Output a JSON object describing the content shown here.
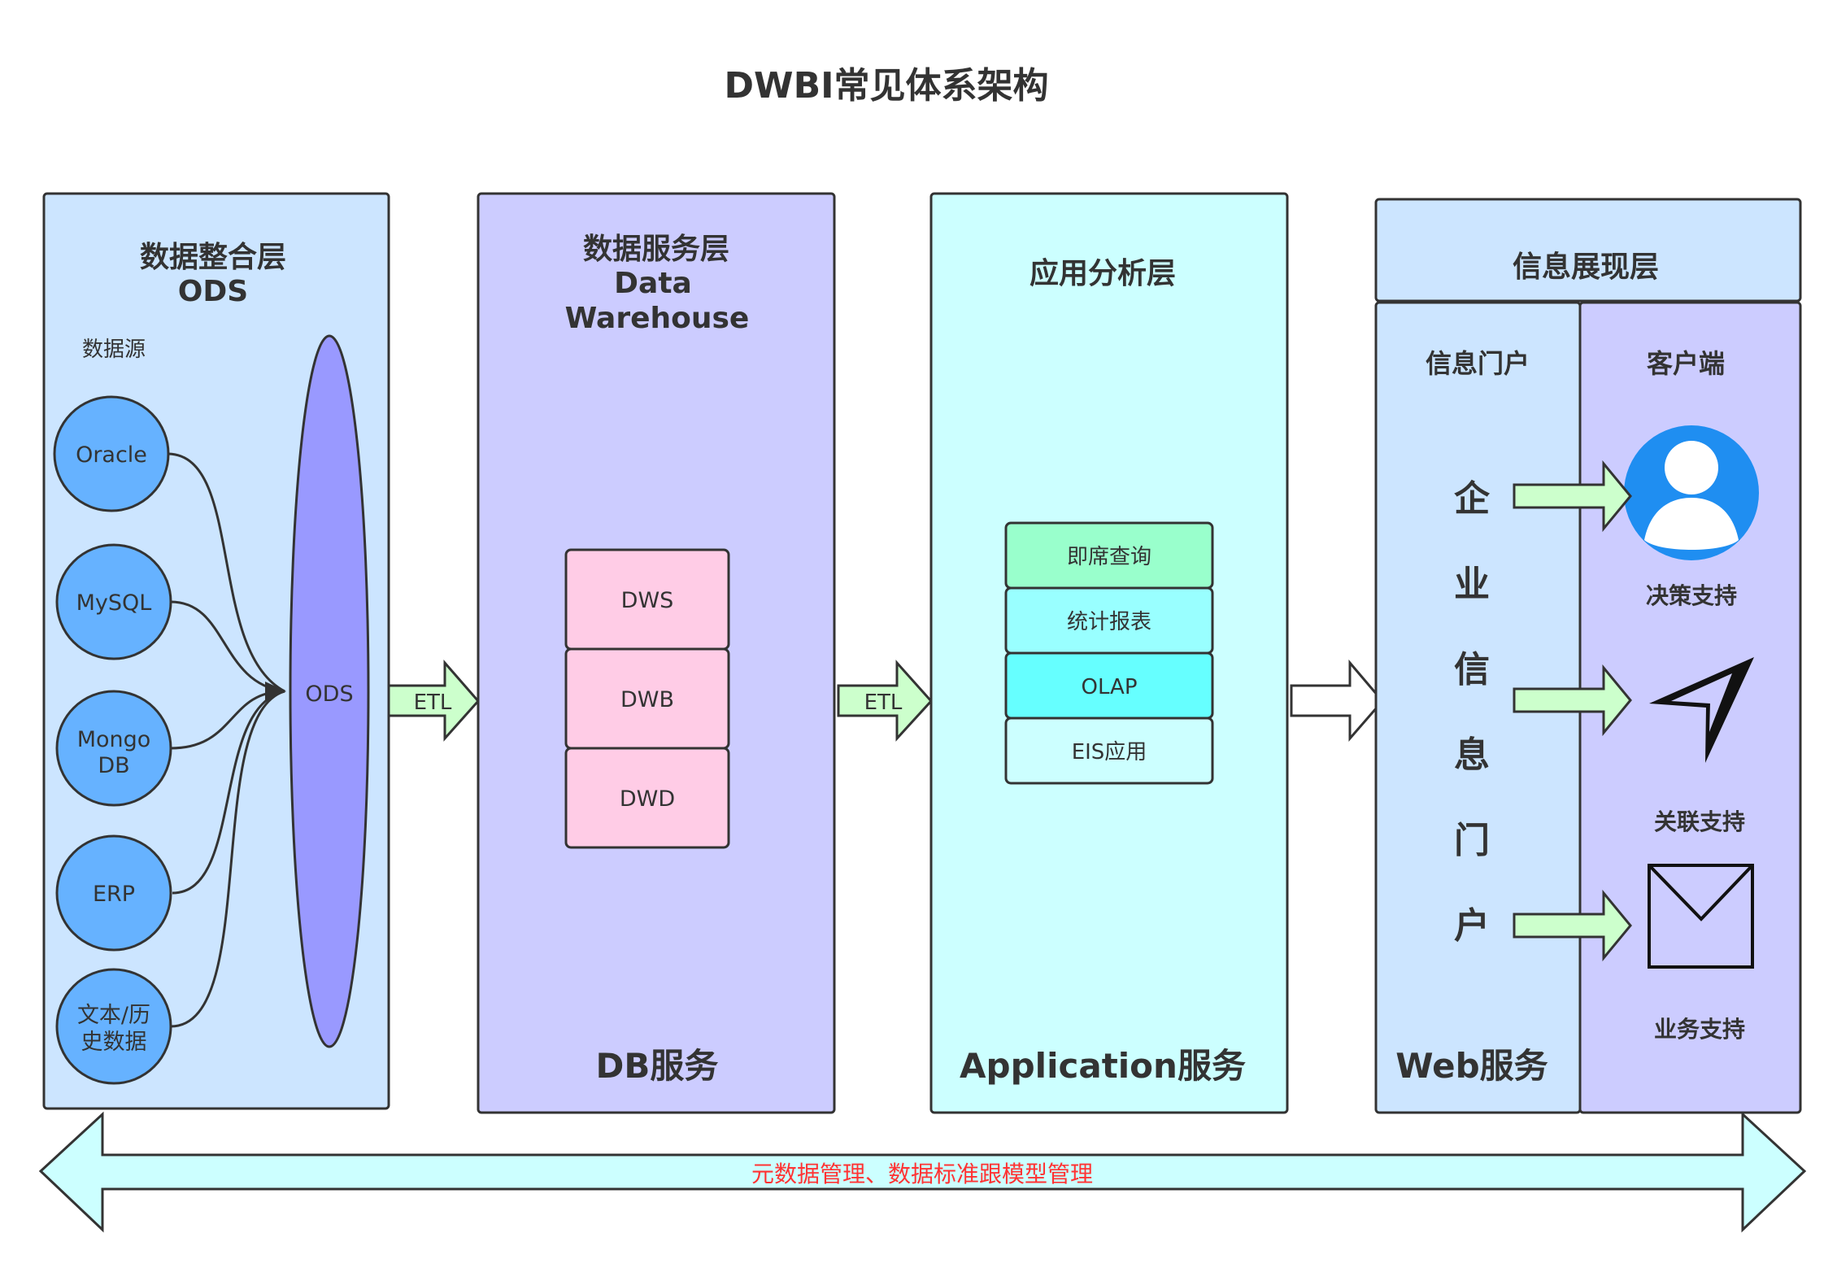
{
  "title": "DWBI常见体系架构",
  "ods_layer": {
    "title_line1": "数据整合层",
    "title_line2": "ODS",
    "sources_label": "数据源",
    "sources": [
      {
        "line1": "Oracle",
        "line2": ""
      },
      {
        "line1": "MySQL",
        "line2": ""
      },
      {
        "line1": "Mongo",
        "line2": "DB"
      },
      {
        "line1": "ERP",
        "line2": ""
      },
      {
        "line1": "文本/历",
        "line2": "史数据"
      }
    ],
    "ods_node": "ODS"
  },
  "etl_label_1": "ETL",
  "etl_label_2": "ETL",
  "dw_layer": {
    "title_line1": "数据服务层",
    "title_line2": "Data",
    "title_line3": "Warehouse",
    "items": [
      "DWS",
      "DWB",
      "DWD"
    ],
    "footer": "DB服务"
  },
  "app_layer": {
    "title": "应用分析层",
    "items": [
      "即席查询",
      "统计报表",
      "OLAP",
      "EIS应用"
    ],
    "footer": "Application服务"
  },
  "info_layer": {
    "title": "信息展现层",
    "portal_title": "信息门户",
    "portal_chars": [
      "企",
      "业",
      "信",
      "息",
      "门",
      "户"
    ],
    "client_title": "客户端",
    "client_items": [
      "决策支持",
      "关联支持",
      "业务支持"
    ],
    "footer": "Web服务"
  },
  "bottom_arrow_label": "元数据管理、数据标准跟模型管理",
  "colors": {
    "panel_blue": "#cce5ff",
    "panel_purple": "#ccccff",
    "panel_cyan": "#ccffff",
    "source_circle": "#66b2ff",
    "ods_ellipse": "#9999ff",
    "dw_item": "#ffcce6",
    "app_item_1": "#99ffcc",
    "app_item_2": "#66ffff",
    "arrow_green": "#ccffcc",
    "bottom_text": "#ff3333",
    "stroke": "#333333"
  },
  "icons": [
    "user-avatar-icon",
    "send-arrow-icon",
    "mail-envelope-icon"
  ]
}
